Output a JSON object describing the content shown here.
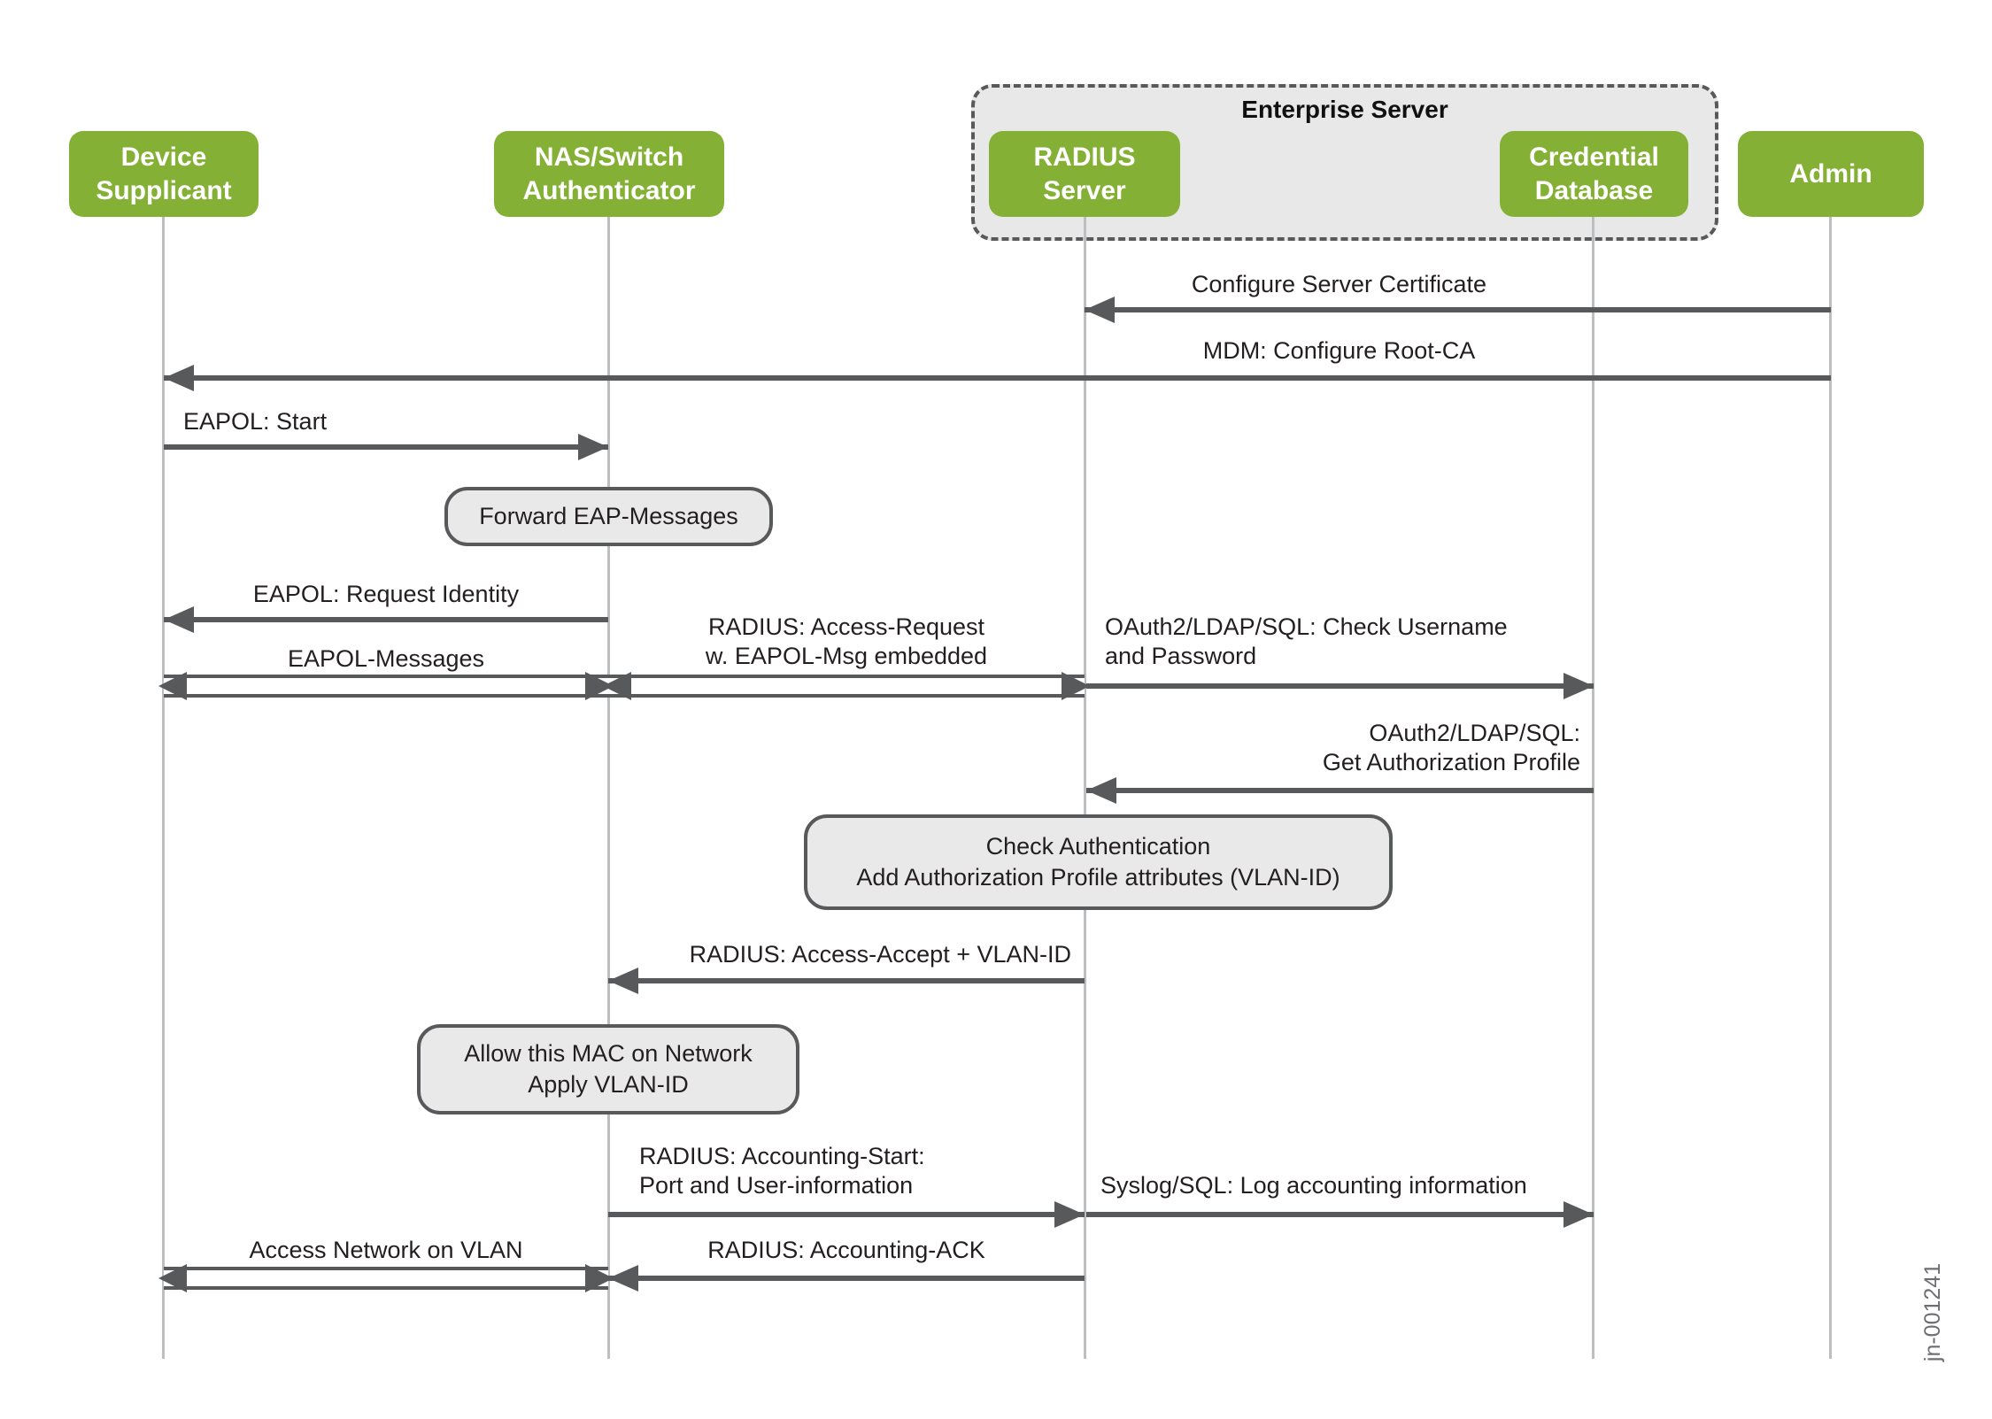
{
  "group": {
    "title": "Enterprise Server"
  },
  "actors": {
    "device": {
      "label": "Device\nSupplicant"
    },
    "nas": {
      "label": "NAS/Switch\nAuthenticator"
    },
    "radius": {
      "label": "RADIUS\nServer"
    },
    "creddb": {
      "label": "Credential\nDatabase"
    },
    "admin": {
      "label": "Admin"
    }
  },
  "messages": {
    "configure_cert": "Configure Server Certificate",
    "mdm_root_ca": "MDM: Configure Root-CA",
    "eapol_start": "EAPOL: Start",
    "eapol_request_identity": "EAPOL: Request Identity",
    "eapol_messages": "EAPOL-Messages",
    "radius_access_request": "RADIUS: Access-Request\nw. EAPOL-Msg embedded",
    "check_username": "OAuth2/LDAP/SQL: Check Username\nand Password",
    "get_auth_profile": "OAuth2/LDAP/SQL:\nGet Authorization Profile",
    "access_accept": "RADIUS: Access-Accept + VLAN-ID",
    "accounting_start": "RADIUS: Accounting-Start:\nPort and User-information",
    "syslog_log": "Syslog/SQL: Log accounting information",
    "access_network": "Access Network on VLAN",
    "accounting_ack": "RADIUS: Accounting-ACK"
  },
  "notes": {
    "forward_eap": "Forward EAP-Messages",
    "check_auth": "Check Authentication\nAdd Authorization Profile attributes (VLAN-ID)",
    "allow_mac": "Allow this MAC on Network\nApply VLAN-ID"
  },
  "watermark": "jn-001241",
  "colors": {
    "actor_green": "#84b135",
    "arrow_gray": "#58595b",
    "note_fill": "#e9e9ea",
    "lifeline_gray": "#bcbec0",
    "text": "#231f20"
  }
}
